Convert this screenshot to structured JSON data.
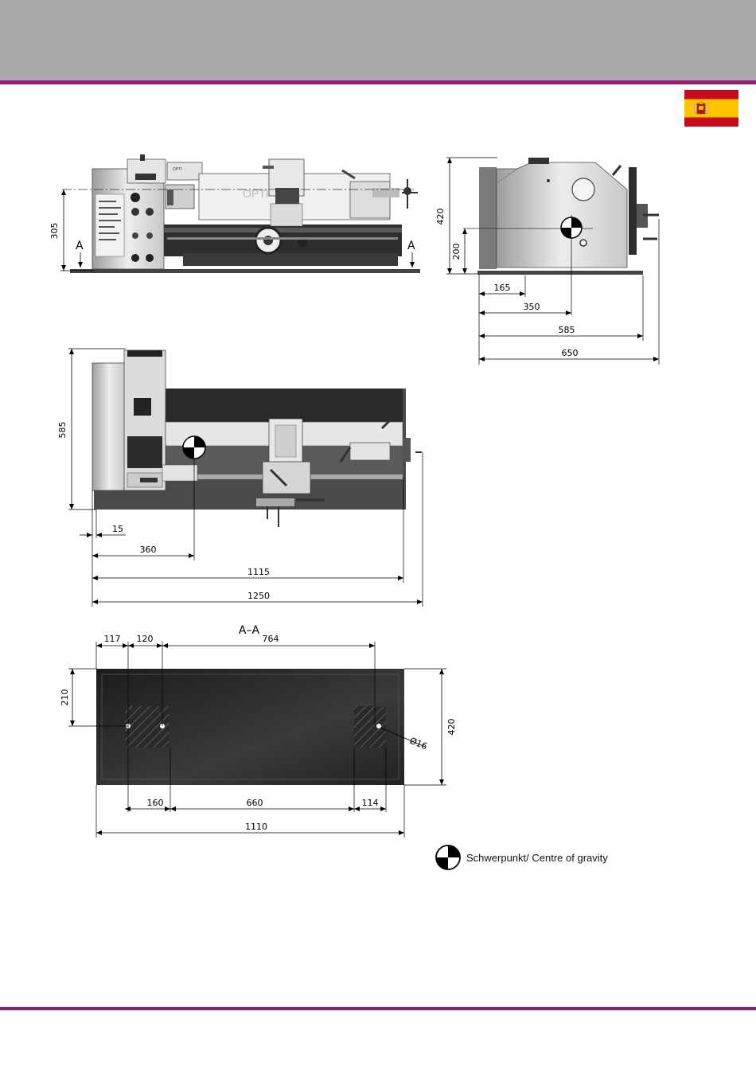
{
  "header": {
    "accent_color": "#8e1e7a",
    "band_color": "#a9a9a9"
  },
  "flag": {
    "icon": "spain-flag-icon",
    "colors": [
      "#c60b1e",
      "#ffc400"
    ]
  },
  "front_view": {
    "brand_text": "OPTI",
    "section_marks": [
      "A",
      "A"
    ],
    "dimensions": {
      "height": "305"
    }
  },
  "side_view": {
    "dimensions": {
      "total_height": "420",
      "center_height": "200",
      "d165": "165",
      "d350": "350",
      "d585": "585",
      "d650": "650"
    }
  },
  "top_view": {
    "dimensions": {
      "depth": "585",
      "d15": "15",
      "d360": "360",
      "d1115": "1115",
      "d1250": "1250"
    }
  },
  "section_view": {
    "title": "A–A",
    "dimensions": {
      "d117": "117",
      "d120": "120",
      "d764": "764",
      "d210": "210",
      "d420": "420",
      "diameter": "Ø16",
      "d160": "160",
      "d660": "660",
      "d114": "114",
      "d1110": "1110"
    }
  },
  "legend": {
    "label": "Schwerpunkt/ Centre of gravity",
    "icon": "centre-of-gravity-icon"
  }
}
